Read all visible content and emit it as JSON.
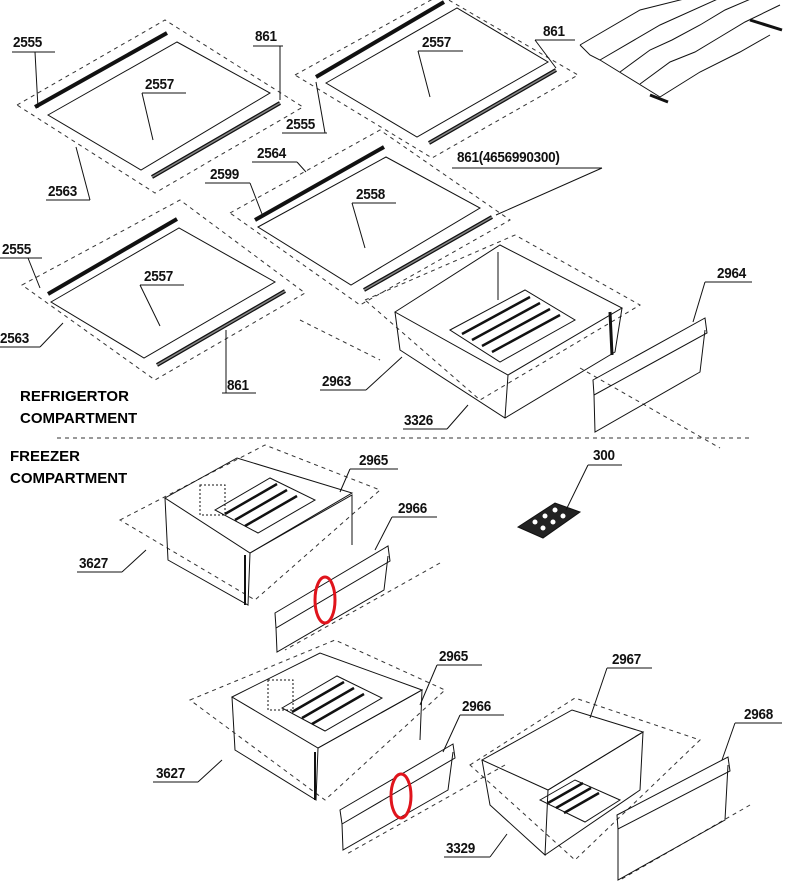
{
  "sections": {
    "refrigerator_line1": "REFRIGERTOR",
    "refrigerator_line2": "COMPARTMENT",
    "freezer_line1": "FREEZER",
    "freezer_line2": "COMPARTMENT"
  },
  "labels": {
    "shelf1_trim": "2555",
    "shelf1_strip": "861",
    "shelf1_glass": "2557",
    "shelf1_assembly": "2563",
    "shelf2_trim": "2555",
    "shelf2_glass": "2557",
    "shelf2_strip": "861",
    "shelf3_assembly": "2564",
    "shelf3_trim": "2599",
    "shelf3_glass": "2558",
    "shelf3_strip": "861(4656990300)",
    "shelf4_trim": "2555",
    "shelf4_glass": "2557",
    "shelf4_assembly": "2563",
    "shelf4_strip": "861",
    "crisper_cover": "2964",
    "crisper_rail": "2963",
    "crisper_assembly": "3326",
    "freezer1_box": "2965",
    "ice_tray": "300",
    "freezer1_front": "2966",
    "freezer1_assembly": "3627",
    "freezer2_box": "2965",
    "freezer3_box": "2967",
    "freezer2_front": "2966",
    "freezer3_front": "2968",
    "freezer2_assembly": "3627",
    "freezer3_assembly": "3329"
  },
  "colors": {
    "line": "#111111",
    "highlight": "#e0141c"
  }
}
